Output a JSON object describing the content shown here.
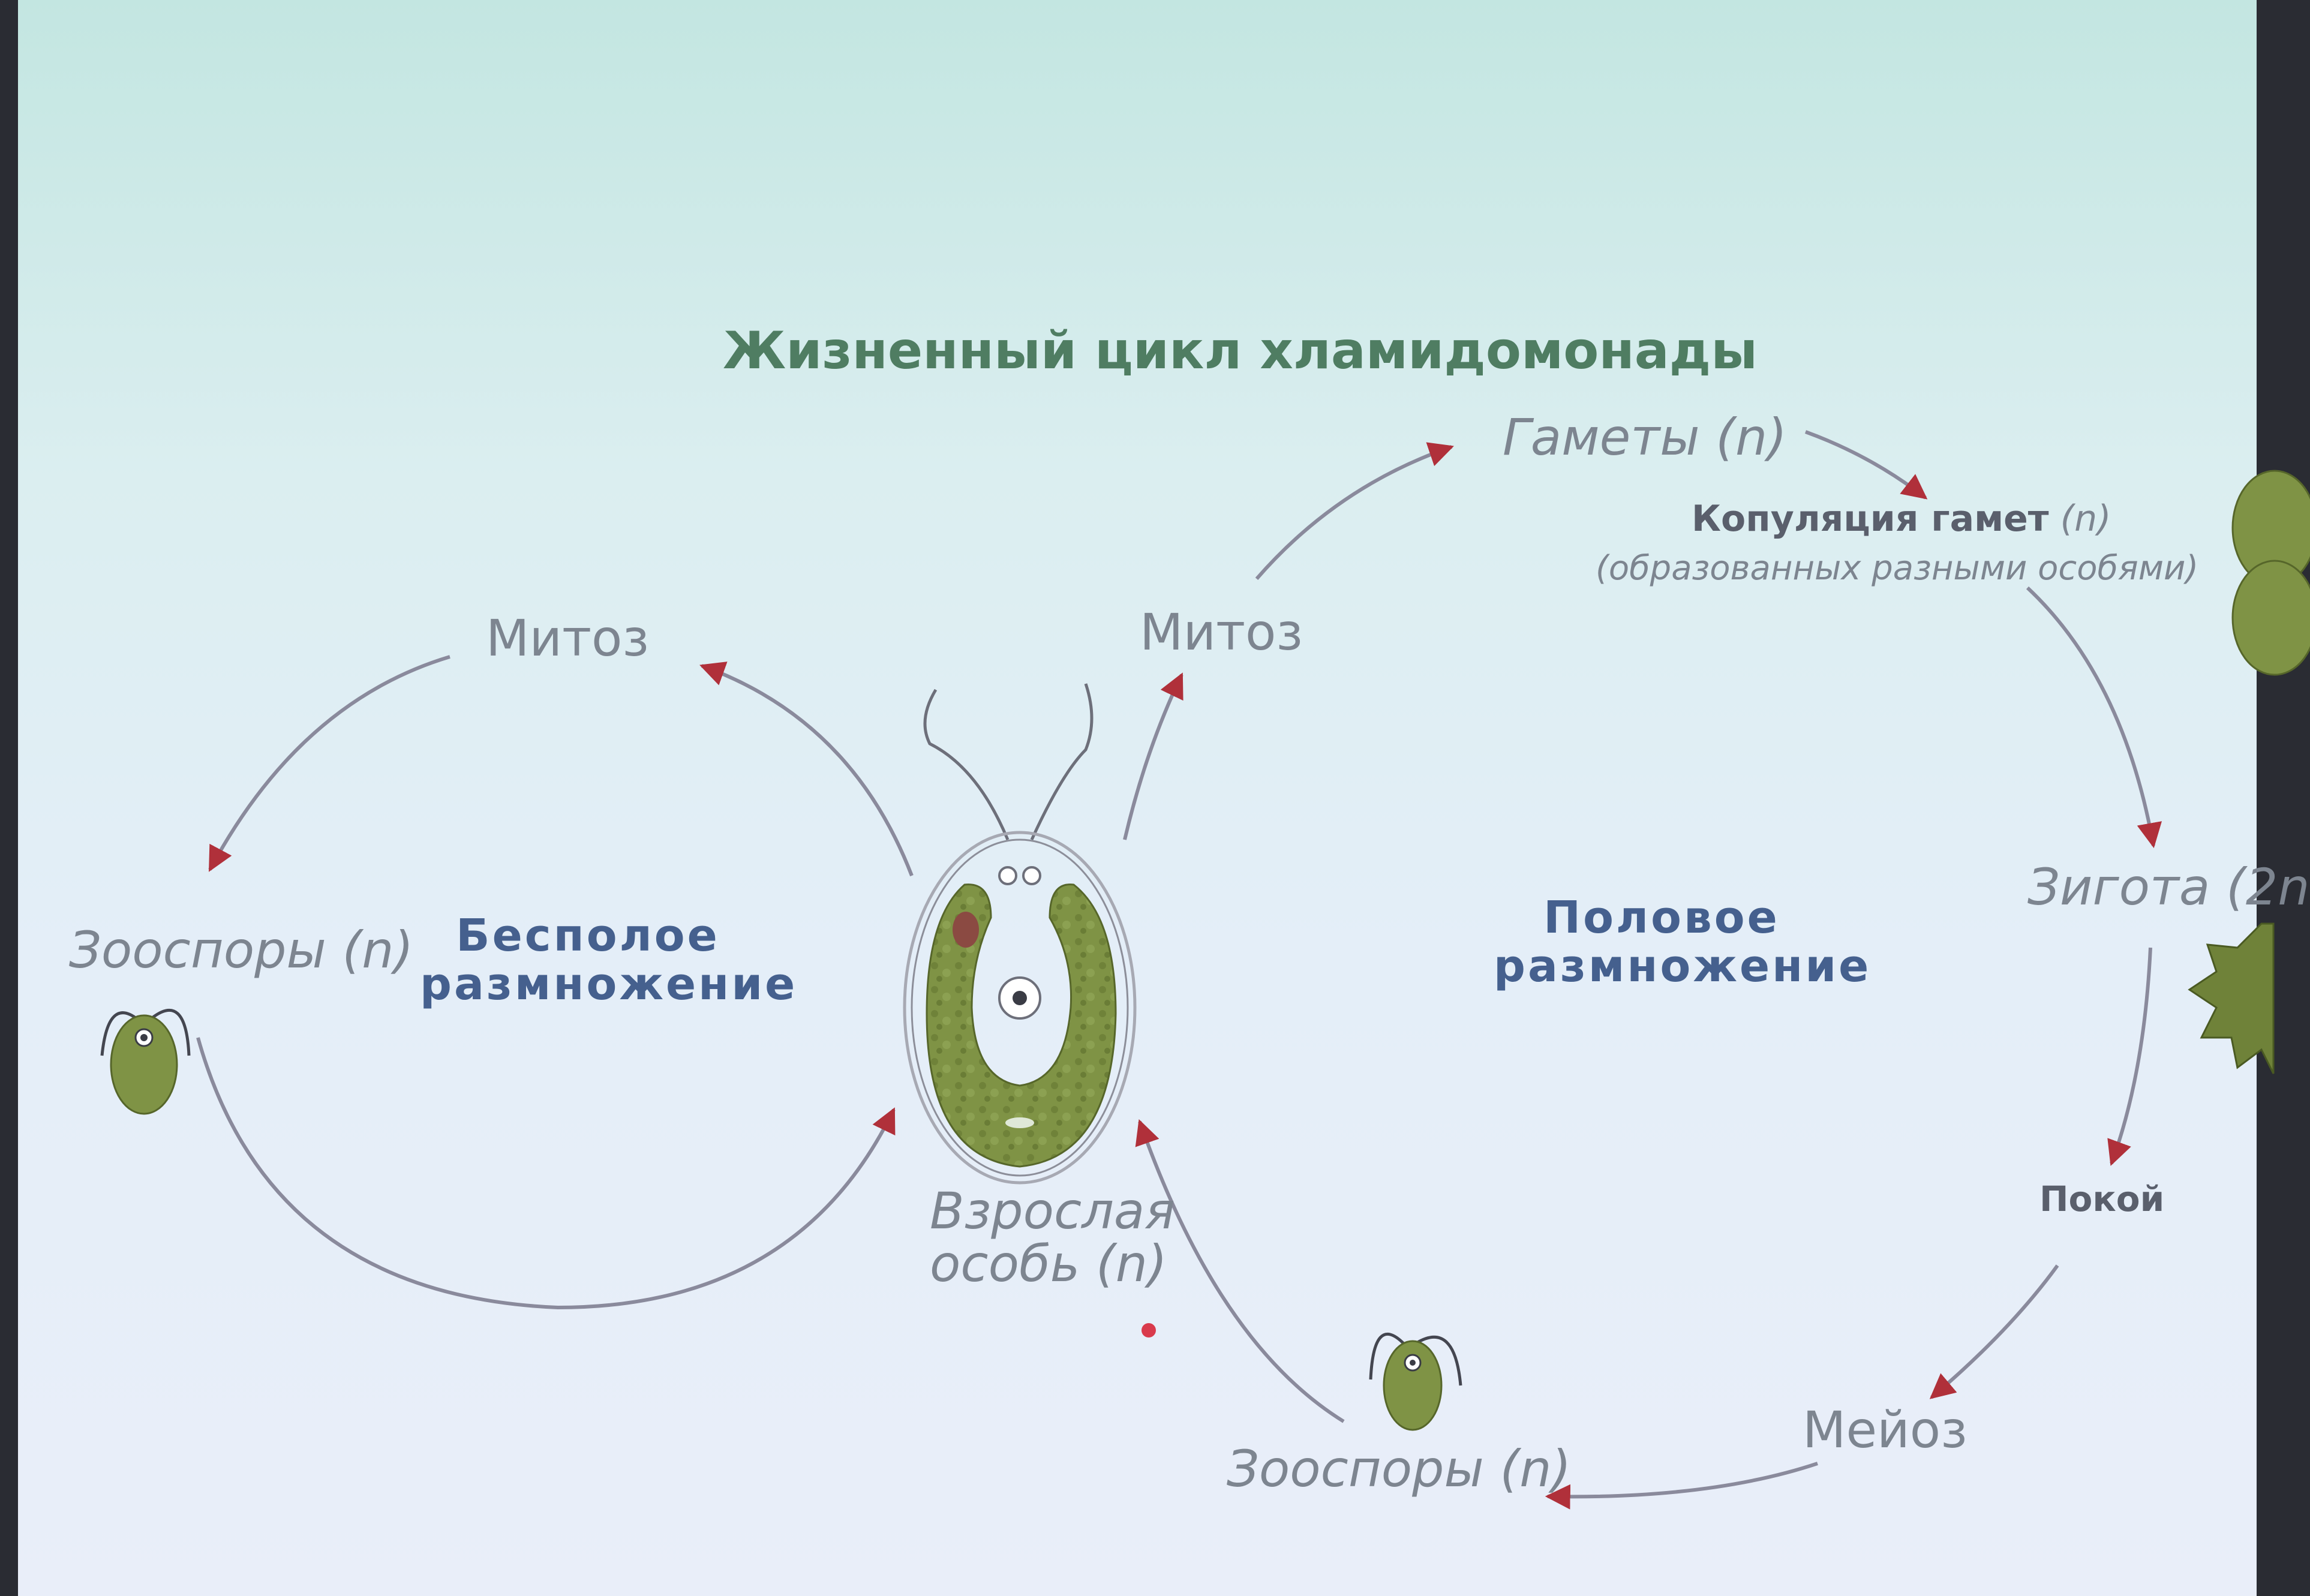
{
  "title": "Жизненный цикл хламидомонады",
  "labels": {
    "mitosis_left": "Митоз",
    "mitosis_right": "Митоз",
    "zoospores_left": "Зооспоры (n)",
    "zoospores_bottom": "Зооспоры (n)",
    "asexual_line1": "Бесполое",
    "asexual_line2": "размножение",
    "sexual_line1": "Половое",
    "sexual_line2": "размножение",
    "gametes": "Гаметы (n)",
    "copulation_bold": "Копуляция гамет",
    "copulation_n": "(n)",
    "copulation_sub": "(образованных разными особями)",
    "zygote": "Зигота (2n",
    "rest": "Покой",
    "meiosis": "Мейоз",
    "adult_line1": "Взрослая",
    "adult_line2": "особь (n)"
  },
  "colors": {
    "cell_green": "#7f9345",
    "arrow_line": "#8a8a9c",
    "arrow_head": "#b0303a",
    "title": "#4f7d62",
    "bold_text": "#45608e"
  }
}
